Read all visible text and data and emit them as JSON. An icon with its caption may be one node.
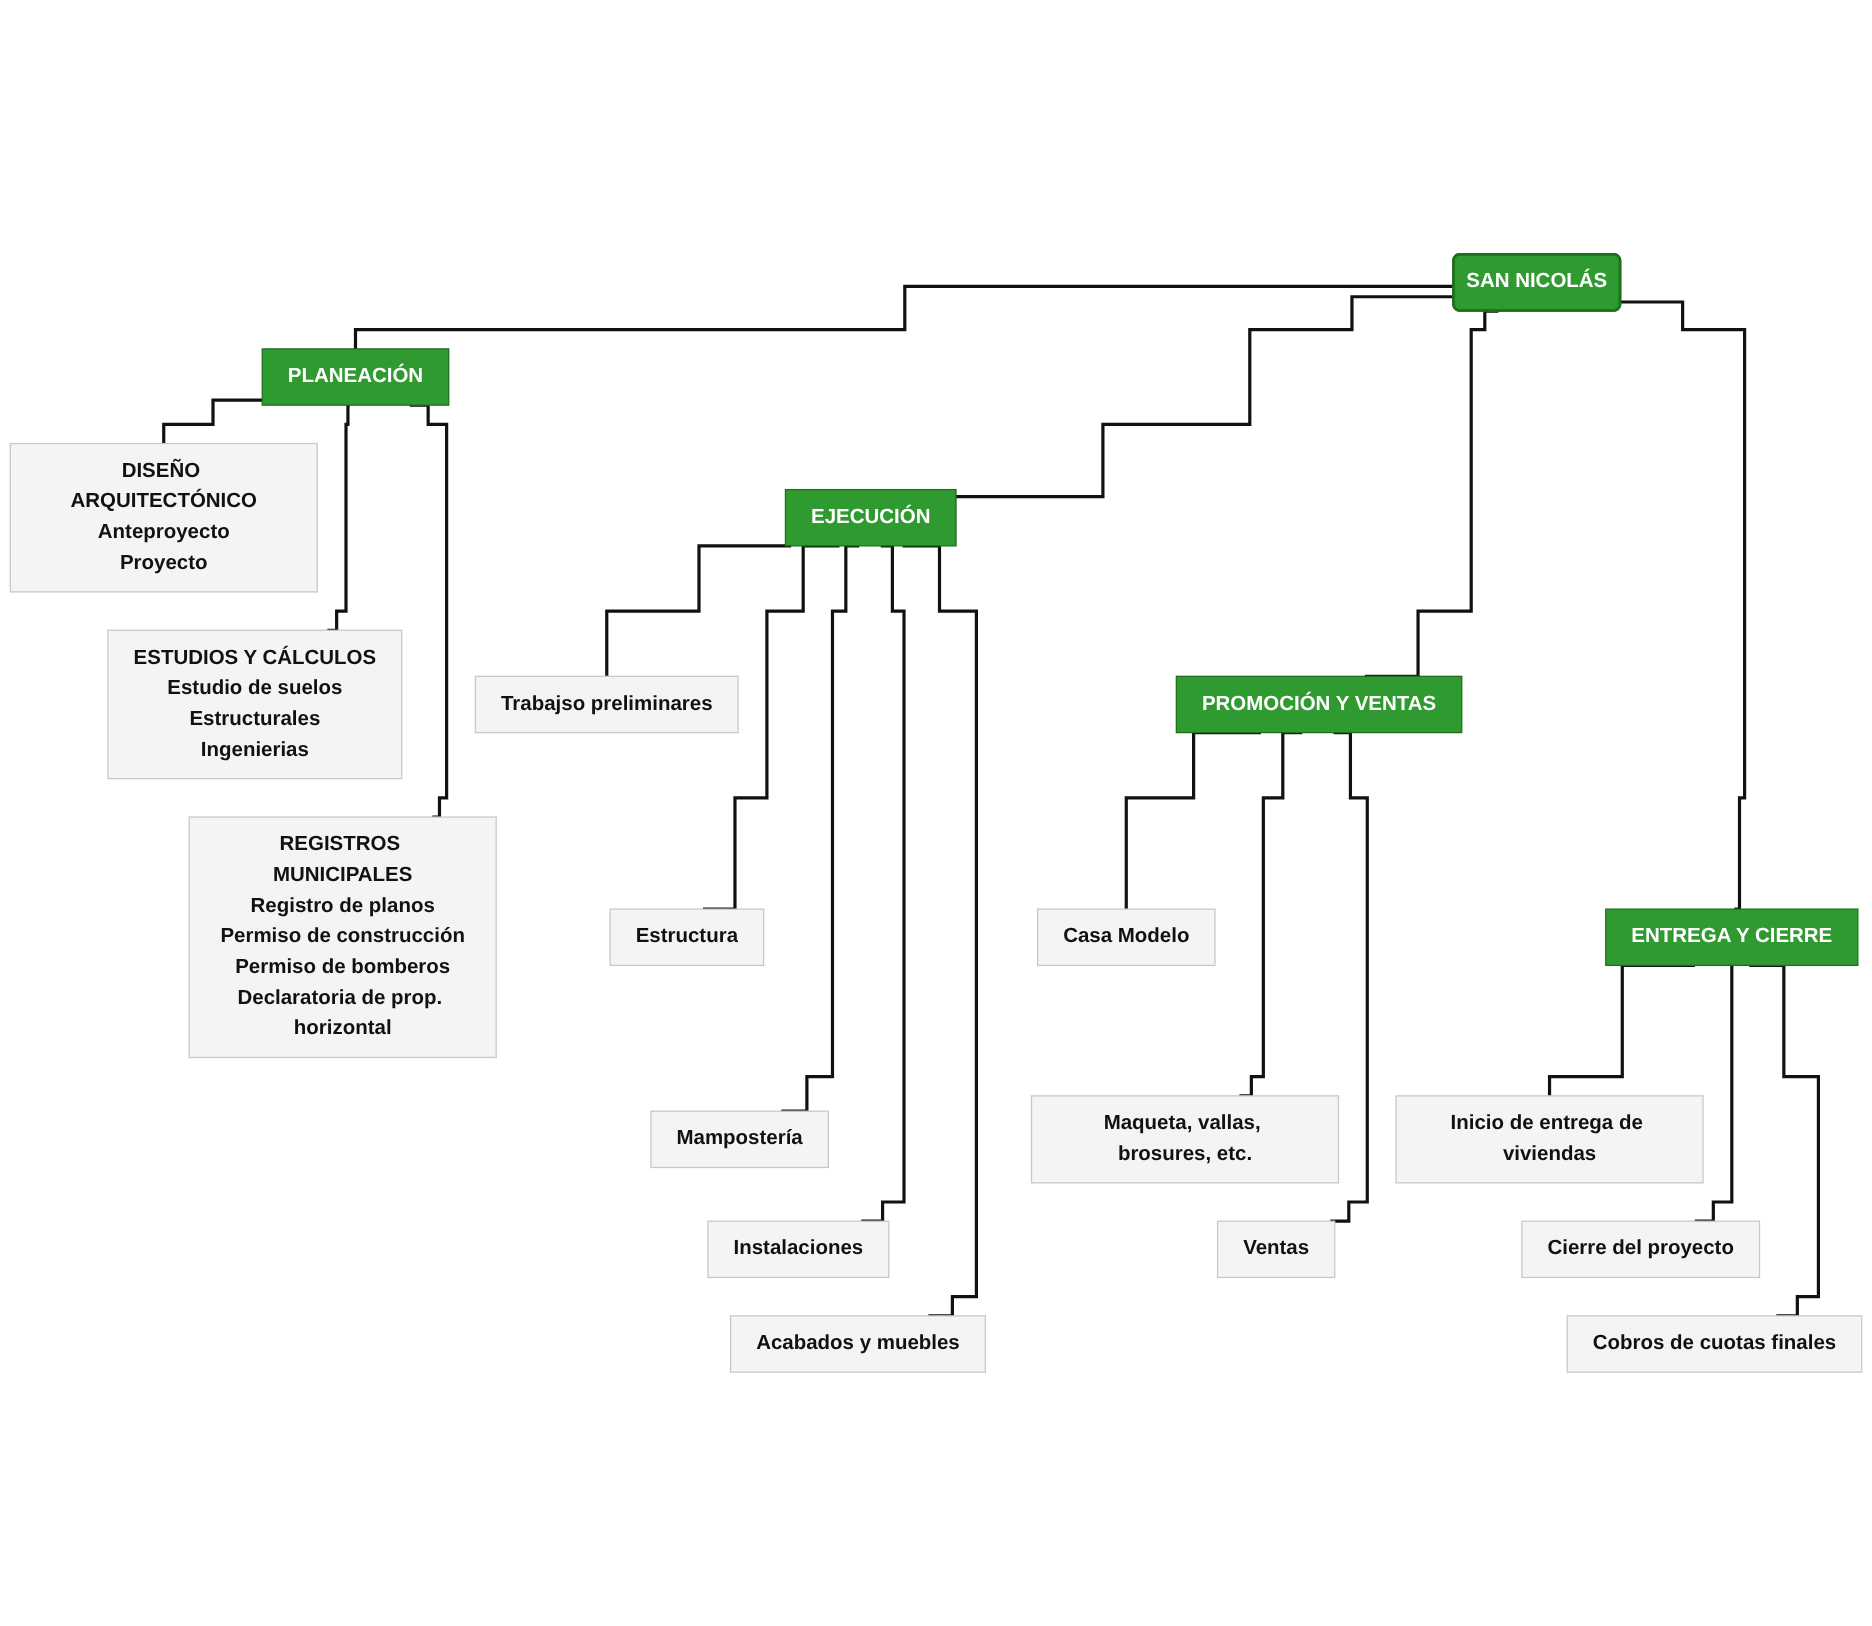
{
  "diagram": {
    "nodes": [
      {
        "text": [
          "SAN NICOLÁS"
        ]
      },
      {
        "text": [
          "PLANEACIÓN"
        ]
      },
      {
        "text": [
          "EJECUCIÓN"
        ]
      },
      {
        "text": [
          "PROMOCIÓN Y VENTAS"
        ]
      },
      {
        "text": [
          "ENTREGA Y CIERRE"
        ]
      },
      {
        "text": [
          "DISEÑO ARQUITECTÓNICO",
          "Anteproyecto",
          "Proyecto"
        ]
      },
      {
        "text": [
          "ESTUDIOS Y CÁLCULOS",
          "Estudio de suelos",
          "Estructurales",
          "Ingenierias"
        ]
      },
      {
        "text": [
          "REGISTROS MUNICIPALES",
          "Registro de planos",
          "Permiso de construcción",
          "Permiso de bomberos",
          "Declaratoria de prop. horizontal"
        ]
      },
      {
        "text": [
          "Trabajso preliminares"
        ]
      },
      {
        "text": [
          "Estructura"
        ]
      },
      {
        "text": [
          "Mampostería"
        ]
      },
      {
        "text": [
          "Instalaciones"
        ]
      },
      {
        "text": [
          "Acabados y muebles"
        ]
      },
      {
        "text": [
          "Casa Modelo"
        ]
      },
      {
        "text": [
          "Maqueta, vallas, brosures, etc."
        ]
      },
      {
        "text": [
          "Ventas"
        ]
      },
      {
        "text": [
          "Inicio de entrega de viviendas"
        ]
      },
      {
        "text": [
          "Cierre del proyecto"
        ]
      },
      {
        "text": [
          "Cobros de cuotas finales"
        ]
      }
    ],
    "edges": [
      {
        "from": 0,
        "to": 1,
        "arrow": "none"
      },
      {
        "from": 0,
        "to": 2,
        "arrow": "none"
      },
      {
        "from": 0,
        "to": 3,
        "arrow": "none"
      },
      {
        "from": 0,
        "to": 4,
        "arrow": "none"
      },
      {
        "from": 1,
        "to": 5,
        "arrow": "none"
      },
      {
        "from": 1,
        "to": 6,
        "arrow": "none"
      },
      {
        "from": 1,
        "to": 7,
        "arrow": "none"
      },
      {
        "from": 2,
        "to": 8,
        "arrow": "none"
      },
      {
        "from": 2,
        "to": 9,
        "arrow": "none"
      },
      {
        "from": 2,
        "to": 10,
        "arrow": "none"
      },
      {
        "from": 2,
        "to": 11,
        "arrow": "none"
      },
      {
        "from": 2,
        "to": 12,
        "arrow": "none"
      },
      {
        "from": 3,
        "to": 13,
        "arrow": "none"
      },
      {
        "from": 3,
        "to": 14,
        "arrow": "none"
      },
      {
        "from": 3,
        "to": 15,
        "arrow": "none"
      },
      {
        "from": 4,
        "to": 16,
        "arrow": "none"
      },
      {
        "from": 4,
        "to": 17,
        "arrow": "none"
      },
      {
        "from": 4,
        "to": 18,
        "arrow": "none"
      }
    ]
  }
}
